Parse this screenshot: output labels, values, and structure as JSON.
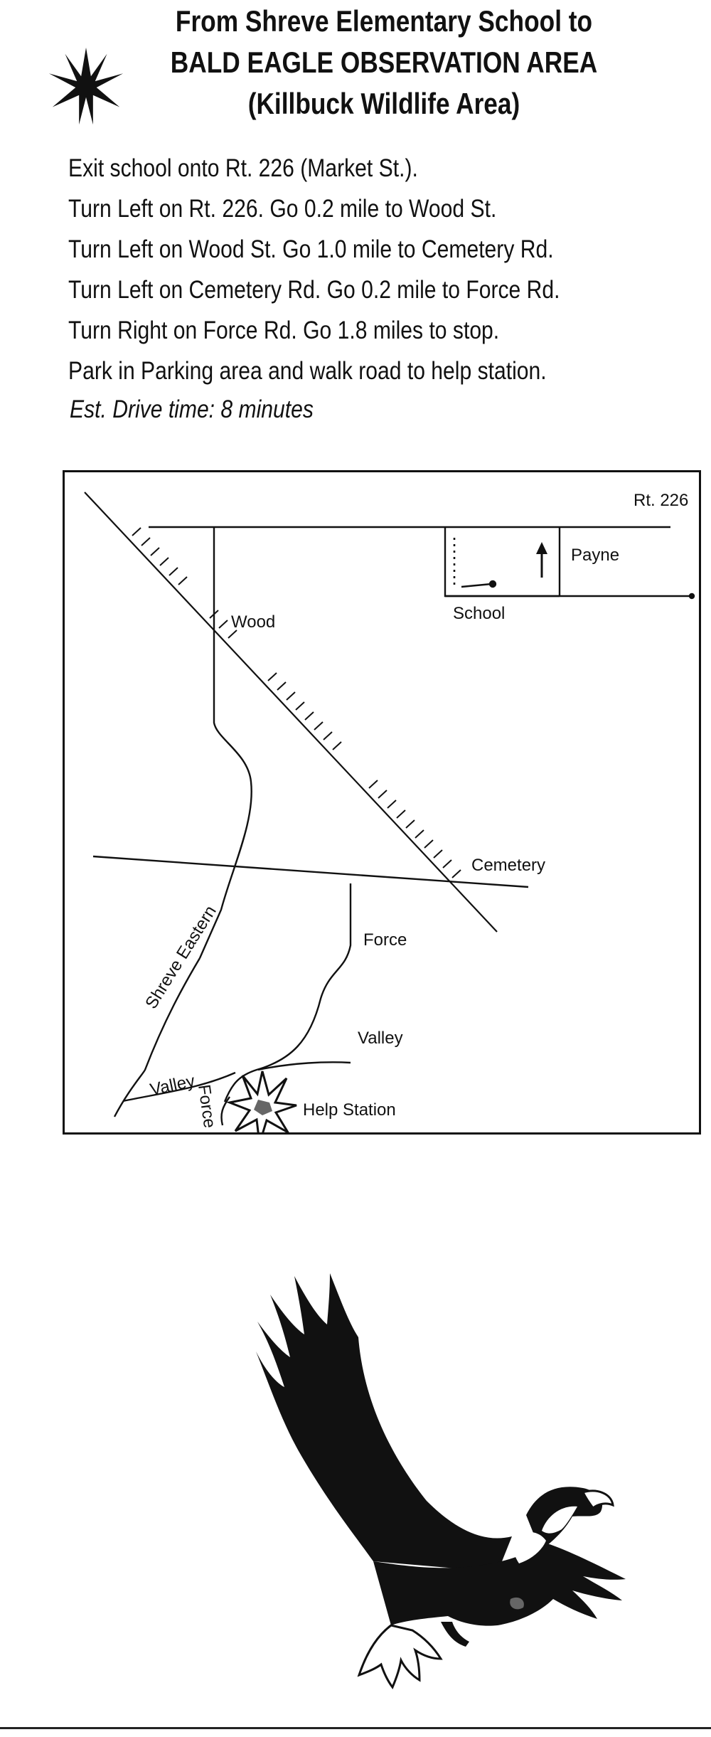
{
  "title": {
    "line1": "From Shreve Elementary School to",
    "line2": "BALD EAGLE OBSERVATION AREA",
    "line3": "(Killbuck Wildlife Area)"
  },
  "directions": [
    "Exit school onto Rt. 226 (Market St.).",
    "Turn Left on Rt. 226. Go 0.2 mile to Wood St.",
    "Turn Left on Wood St. Go 1.0 mile to Cemetery Rd.",
    "Turn Left on Cemetery Rd. Go 0.2 mile to Force Rd.",
    "Turn Right on Force Rd. Go 1.8 miles to stop.",
    "Park in Parking area and walk road to help station."
  ],
  "drive_time": "Est. Drive time: 8 minutes",
  "map": {
    "labels": {
      "rt226": "Rt. 226",
      "payne": "Payne",
      "school": "School",
      "wood": "Wood",
      "cemetery": "Cemetery",
      "force": "Force",
      "shreve_eastern": "Shreve Eastern",
      "valley_right": "Valley",
      "valley_left": "Valley",
      "force_lower": "Force",
      "help_station": "Help Station"
    },
    "icons": {
      "north_arrow": "arrow-up-icon",
      "help_marker": "burst-star-icon",
      "railroad": "railroad-track"
    }
  },
  "decor": {
    "title_marker": "star-icon",
    "illustration": "bald-eagle-icon"
  },
  "colors": {
    "ink": "#111111",
    "paper": "#ffffff"
  }
}
